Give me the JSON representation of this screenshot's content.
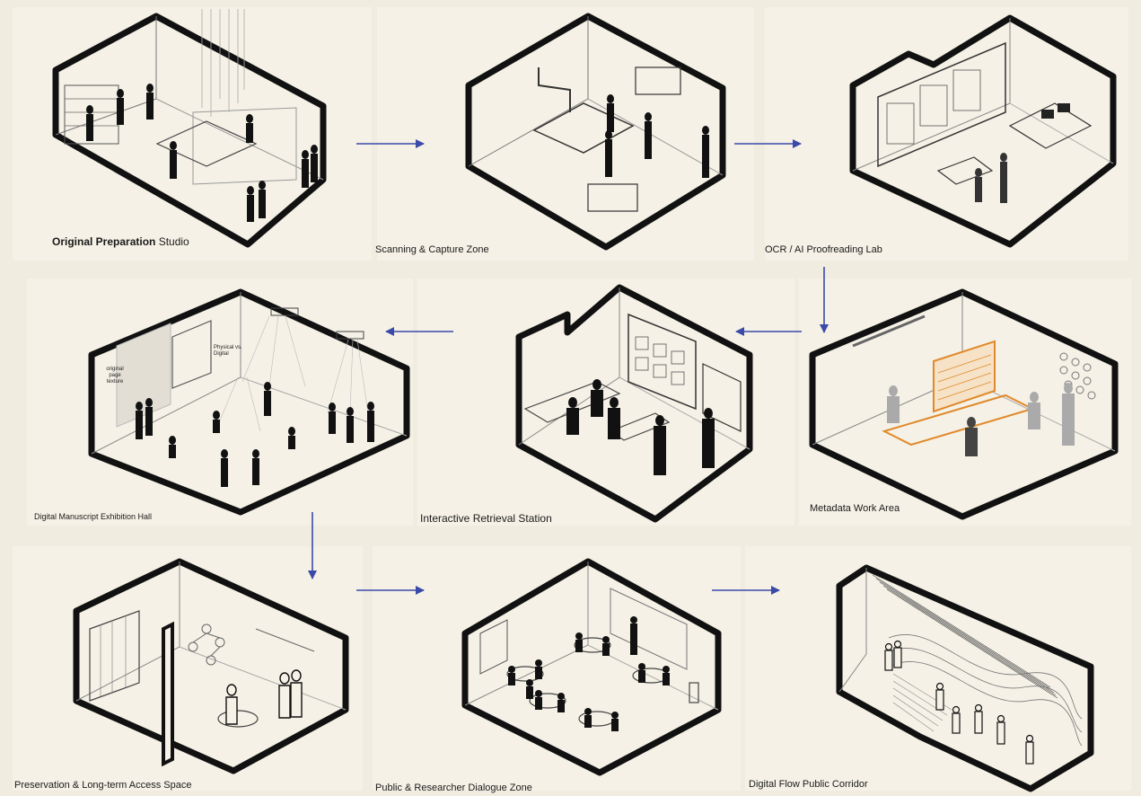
{
  "rooms": [
    {
      "id": "prep",
      "label_bold": "Original Preparation",
      "label_rest": " Studio"
    },
    {
      "id": "scan",
      "label": "Scanning & Capture Zone"
    },
    {
      "id": "ocr",
      "label": "OCR / AI Proofreading Lab"
    },
    {
      "id": "meta",
      "label": "Metadata Work Area"
    },
    {
      "id": "retrieval",
      "label": "Interactive Retrieval Station"
    },
    {
      "id": "exhibit",
      "label": "Digital Manuscript Exhibition Hall"
    },
    {
      "id": "preserve",
      "label": "Preservation & Long-term Access Space"
    },
    {
      "id": "dialogue",
      "label": "Public & Researcher Dialogue Zone"
    },
    {
      "id": "corridor",
      "label": "Digital Flow Public Corridor"
    }
  ],
  "annotations": {
    "original_texture": "original page texture",
    "physical_digital": "Physical vs. Digital"
  },
  "colors": {
    "background": "#f1ece0",
    "panel": "#f5f1e6",
    "arrow": "#3b4aa8",
    "wall": "#111111",
    "accent": "#e08a2c"
  }
}
